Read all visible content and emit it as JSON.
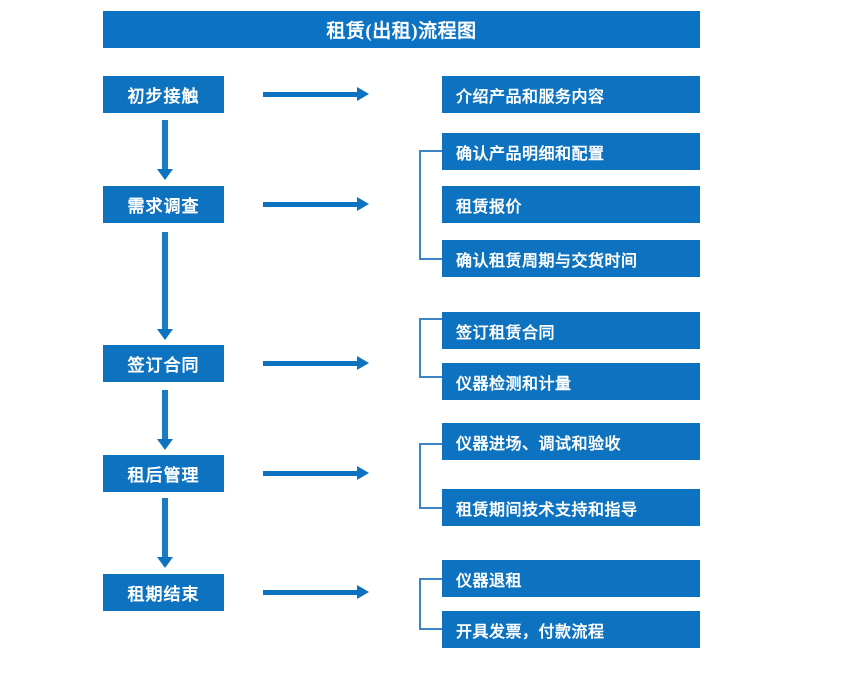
{
  "title": "租赁(出租)流程图",
  "colors": {
    "banner_blue": "#0b72c4",
    "box_blue": "#0d72c0",
    "arrow_blue": "#0d72c0",
    "bracket_blue": "#3d86c6",
    "text_white": "#ffffff",
    "background": "#ffffff"
  },
  "stages": [
    {
      "label": "初步接触"
    },
    {
      "label": "需求调查"
    },
    {
      "label": "签订合同"
    },
    {
      "label": "租后管理"
    },
    {
      "label": "租期结束"
    }
  ],
  "details": [
    {
      "label": "介绍产品和服务内容"
    },
    {
      "label": "确认产品明细和配置"
    },
    {
      "label": "租赁报价"
    },
    {
      "label": "确认租赁周期与交货时间"
    },
    {
      "label": "签订租赁合同"
    },
    {
      "label": "仪器检测和计量"
    },
    {
      "label": "仪器进场、调试和验收"
    },
    {
      "label": "租赁期间技术支持和指导"
    },
    {
      "label": "仪器退租"
    },
    {
      "label": "开具发票，付款流程"
    }
  ],
  "connectors": {
    "horizontal_arrow_count": 5,
    "vertical_arrow_count": 4,
    "bracket_count": 4
  }
}
